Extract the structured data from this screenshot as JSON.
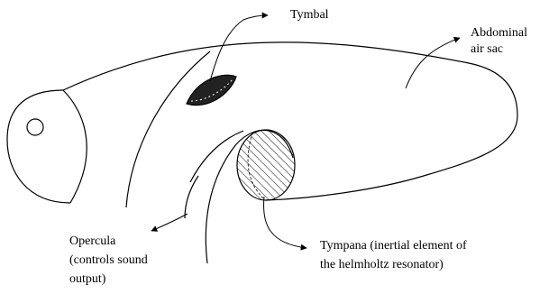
{
  "labels": {
    "tymbal": "Tymbal",
    "abdominal_line1": "Abdominal",
    "abdominal_line2": "air sac",
    "opercula_line1": "Opercula",
    "opercula_line2": "(controls sound",
    "opercula_line3": "output)",
    "tympana_line1": "Tympana (inertial element of",
    "tympana_line2": "the helmholtz resonator)"
  },
  "colors": {
    "stroke": "#000000",
    "tymbal_fill": "#222222",
    "background": "#ffffff"
  }
}
